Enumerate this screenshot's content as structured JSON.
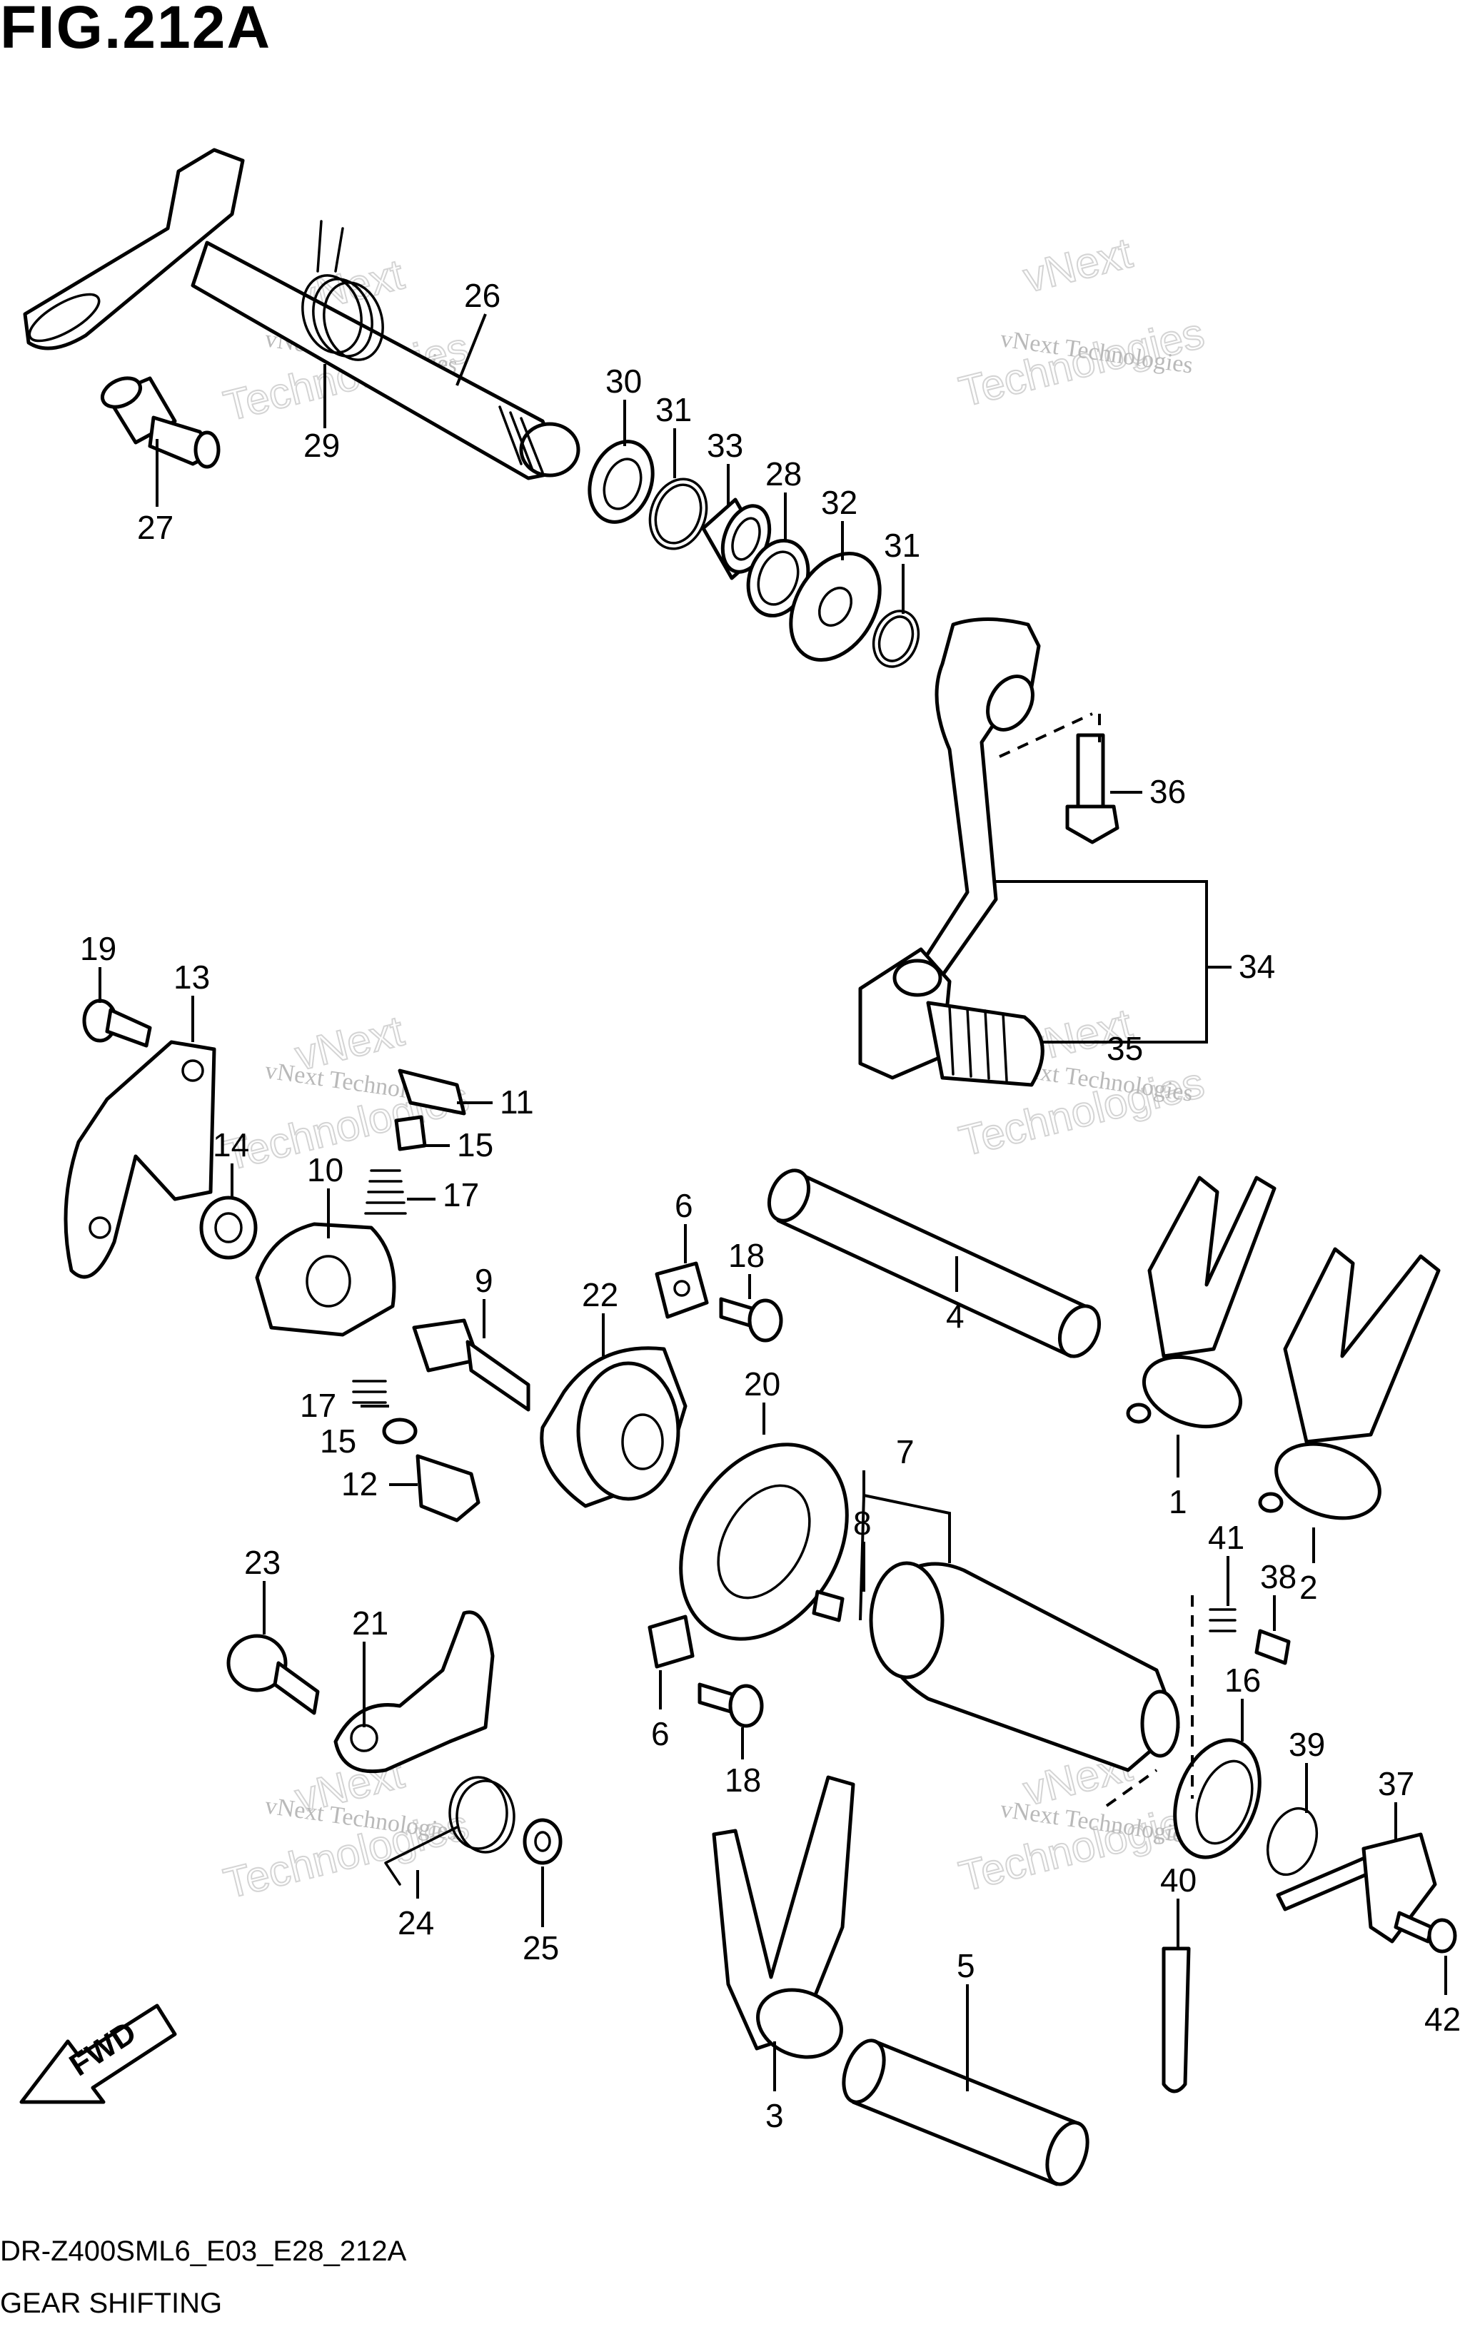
{
  "figure": {
    "title": "FIG.212A",
    "code": "DR-Z400SML6_E03_E28_212A",
    "caption": "GEAR SHIFTING"
  },
  "watermark": {
    "line1": "vNext Technologies",
    "line2": "vNext",
    "line3": "Technologies"
  },
  "fwd_arrow": {
    "label": "FWD",
    "icon": "fwd-arrow-icon"
  },
  "callouts": [
    {
      "id": "26",
      "label": "26"
    },
    {
      "id": "29",
      "label": "29"
    },
    {
      "id": "27",
      "label": "27"
    },
    {
      "id": "30",
      "label": "30"
    },
    {
      "id": "31a",
      "label": "31"
    },
    {
      "id": "33",
      "label": "33"
    },
    {
      "id": "28",
      "label": "28"
    },
    {
      "id": "32",
      "label": "32"
    },
    {
      "id": "31b",
      "label": "31"
    },
    {
      "id": "36",
      "label": "36"
    },
    {
      "id": "34",
      "label": "34"
    },
    {
      "id": "35",
      "label": "35"
    },
    {
      "id": "19",
      "label": "19"
    },
    {
      "id": "13",
      "label": "13"
    },
    {
      "id": "11",
      "label": "11"
    },
    {
      "id": "15a",
      "label": "15"
    },
    {
      "id": "14",
      "label": "14"
    },
    {
      "id": "10",
      "label": "10"
    },
    {
      "id": "17a",
      "label": "17"
    },
    {
      "id": "6a",
      "label": "6"
    },
    {
      "id": "18a",
      "label": "18"
    },
    {
      "id": "9",
      "label": "9"
    },
    {
      "id": "22",
      "label": "22"
    },
    {
      "id": "4",
      "label": "4"
    },
    {
      "id": "17b",
      "label": "17"
    },
    {
      "id": "15b",
      "label": "15"
    },
    {
      "id": "12",
      "label": "12"
    },
    {
      "id": "20",
      "label": "20"
    },
    {
      "id": "7",
      "label": "7"
    },
    {
      "id": "8",
      "label": "8"
    },
    {
      "id": "1",
      "label": "1"
    },
    {
      "id": "41",
      "label": "41"
    },
    {
      "id": "38",
      "label": "38"
    },
    {
      "id": "2",
      "label": "2"
    },
    {
      "id": "23",
      "label": "23"
    },
    {
      "id": "21",
      "label": "21"
    },
    {
      "id": "6b",
      "label": "6"
    },
    {
      "id": "18b",
      "label": "18"
    },
    {
      "id": "16",
      "label": "16"
    },
    {
      "id": "39",
      "label": "39"
    },
    {
      "id": "37",
      "label": "37"
    },
    {
      "id": "40",
      "label": "40"
    },
    {
      "id": "24",
      "label": "24"
    },
    {
      "id": "25",
      "label": "25"
    },
    {
      "id": "5",
      "label": "5"
    },
    {
      "id": "3",
      "label": "3"
    },
    {
      "id": "42",
      "label": "42"
    }
  ]
}
